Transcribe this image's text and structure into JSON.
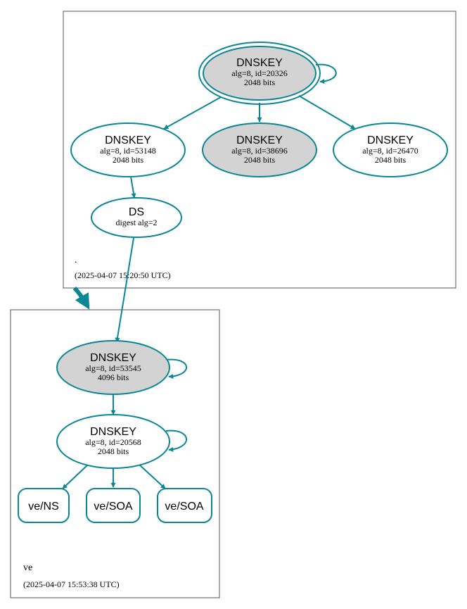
{
  "colors": {
    "edge": "#0a8796",
    "node_border": "#0a8796",
    "ksk_fill": "#d3d3d3",
    "zsk_fill": "#ffffff",
    "zone_border": "#555555"
  },
  "zones": {
    "root": {
      "name": ".",
      "timestamp": "(2025-04-07 15:20:50 UTC)"
    },
    "ve": {
      "name": "ve",
      "timestamp": "(2025-04-07 15:53:38 UTC)"
    }
  },
  "nodes": {
    "root_ksk": {
      "title": "DNSKEY",
      "detail": "alg=8, id=20326",
      "size": "2048 bits"
    },
    "root_zsk": {
      "title": "DNSKEY",
      "detail": "alg=8, id=53148",
      "size": "2048 bits"
    },
    "root_key2": {
      "title": "DNSKEY",
      "detail": "alg=8, id=38696",
      "size": "2048 bits"
    },
    "root_key3": {
      "title": "DNSKEY",
      "detail": "alg=8, id=26470",
      "size": "2048 bits"
    },
    "ds": {
      "title": "DS",
      "detail": "digest alg=2"
    },
    "ve_ksk": {
      "title": "DNSKEY",
      "detail": "alg=8, id=53545",
      "size": "4096 bits"
    },
    "ve_zsk": {
      "title": "DNSKEY",
      "detail": "alg=8, id=20568",
      "size": "2048 bits"
    },
    "ve_ns": {
      "title": "ve/NS"
    },
    "ve_soa1": {
      "title": "ve/SOA"
    },
    "ve_soa2": {
      "title": "ve/SOA"
    }
  }
}
